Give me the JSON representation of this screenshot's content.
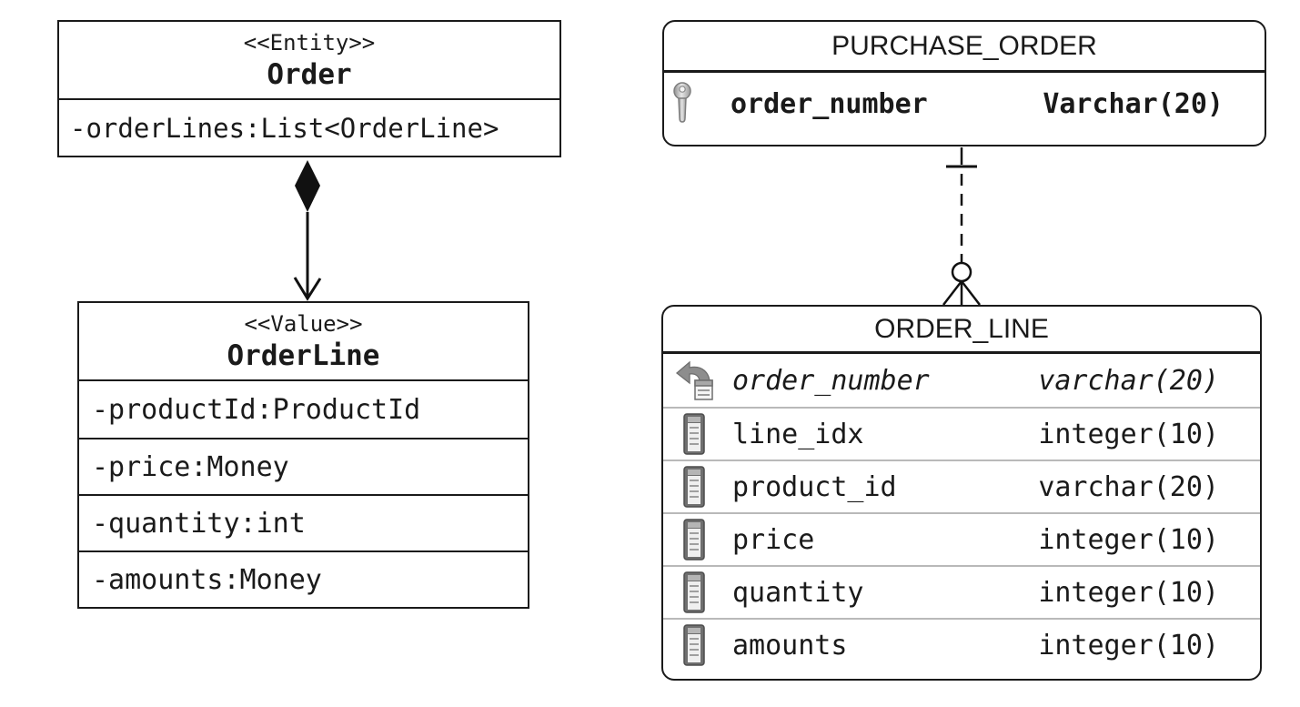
{
  "uml": {
    "order_class": {
      "stereotype": "<<Entity>>",
      "name": "Order",
      "attributes": [
        "-orderLines:List<OrderLine>"
      ]
    },
    "orderline_class": {
      "stereotype": "<<Value>>",
      "name": "OrderLine",
      "attributes": [
        "-productId:ProductId",
        "-price:Money",
        "-quantity:int",
        "-amounts:Money"
      ]
    },
    "relationship": {
      "type": "composition",
      "from": "Order",
      "to": "OrderLine"
    }
  },
  "erd": {
    "purchase_order_table": {
      "title": "PURCHASE_ORDER",
      "columns": [
        {
          "icon": "primary-key",
          "name": "order_number",
          "type": "Varchar(20)",
          "emphasis": "bold"
        }
      ]
    },
    "order_line_table": {
      "title": "ORDER_LINE",
      "columns": [
        {
          "icon": "foreign-key",
          "name": "order_number",
          "type": "varchar(20)",
          "emphasis": "italic"
        },
        {
          "icon": "column",
          "name": "line_idx",
          "type": "integer(10)",
          "emphasis": "none"
        },
        {
          "icon": "column",
          "name": "product_id",
          "type": "varchar(20)",
          "emphasis": "none"
        },
        {
          "icon": "column",
          "name": "price",
          "type": "integer(10)",
          "emphasis": "none"
        },
        {
          "icon": "column",
          "name": "quantity",
          "type": "integer(10)",
          "emphasis": "none"
        },
        {
          "icon": "column",
          "name": "amounts",
          "type": "integer(10)",
          "emphasis": "none"
        }
      ]
    },
    "relationship": {
      "type": "one-to-zero-or-many",
      "line_style": "dashed",
      "from": "PURCHASE_ORDER",
      "to": "ORDER_LINE"
    }
  },
  "colors": {
    "background": "#ffffff",
    "line": "#1a1a1a",
    "row_separator": "#b9b9b9",
    "icon_gray": "#9a9a9a"
  }
}
